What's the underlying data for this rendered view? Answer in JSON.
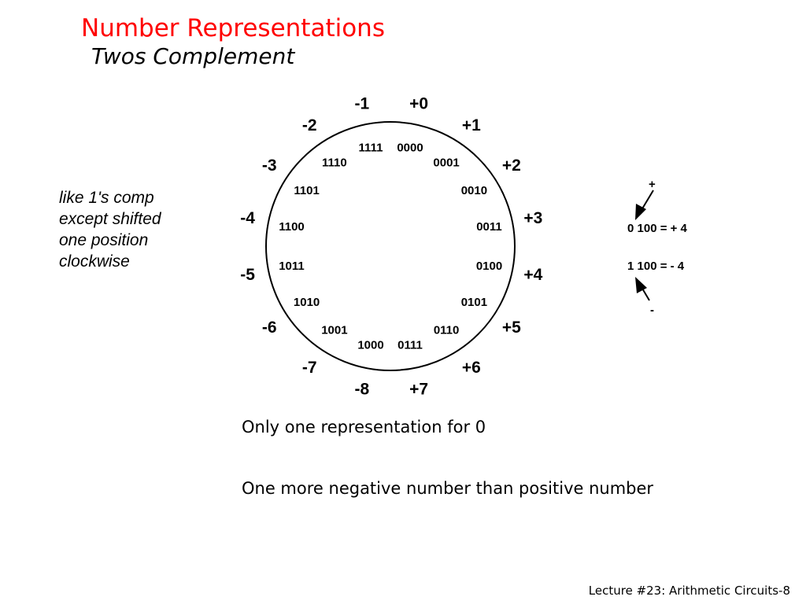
{
  "slide": {
    "title": "Number Representations",
    "subtitle": "Twos Complement",
    "title_color": "#ff0000",
    "subtitle_color": "#000000"
  },
  "note": {
    "lines": [
      "like 1's comp",
      "except shifted",
      "one position",
      "clockwise"
    ]
  },
  "wheel": {
    "entries": [
      {
        "bits": "0000",
        "value": "+0"
      },
      {
        "bits": "0001",
        "value": "+1"
      },
      {
        "bits": "0010",
        "value": "+2"
      },
      {
        "bits": "0011",
        "value": "+3"
      },
      {
        "bits": "0100",
        "value": "+4"
      },
      {
        "bits": "0101",
        "value": "+5"
      },
      {
        "bits": "0110",
        "value": "+6"
      },
      {
        "bits": "0111",
        "value": "+7"
      },
      {
        "bits": "1000",
        "value": "-8"
      },
      {
        "bits": "1001",
        "value": "-7"
      },
      {
        "bits": "1010",
        "value": "-6"
      },
      {
        "bits": "1011",
        "value": "-5"
      },
      {
        "bits": "1100",
        "value": "-4"
      },
      {
        "bits": "1101",
        "value": "-3"
      },
      {
        "bits": "1110",
        "value": "-2"
      },
      {
        "bits": "1111",
        "value": "-1"
      }
    ]
  },
  "sign_example": {
    "plus_label": "+",
    "positive_line": "0 100 = + 4",
    "negative_line": "1 100 = - 4",
    "minus_label": "-"
  },
  "bullets": {
    "first": "Only one representation for 0",
    "second": "One more negative number than positive number"
  },
  "footer": {
    "text": "Lecture #23: Arithmetic Circuits-8"
  }
}
